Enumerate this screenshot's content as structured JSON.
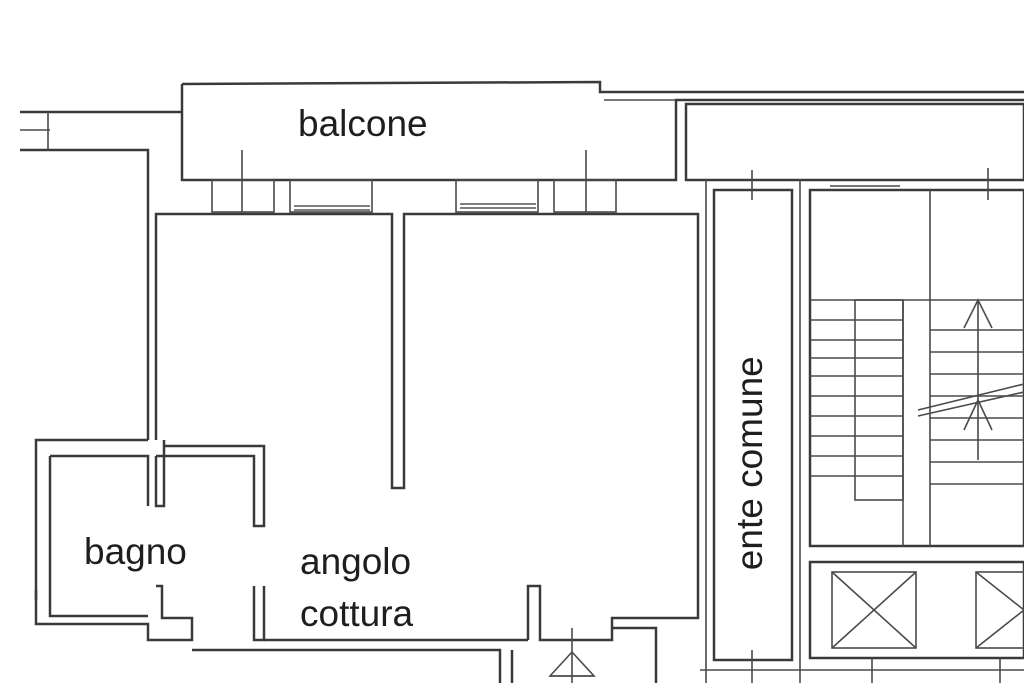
{
  "floorplan": {
    "rooms": {
      "balcone": "balcone",
      "bagno": "bagno",
      "angolo_cottura_line1": "angolo",
      "angolo_cottura_line2": "cottura",
      "ente_comune": "ente comune"
    },
    "colors": {
      "wall": "#3a3a3a",
      "background": "#ffffff",
      "text": "#1e1e1e"
    },
    "symbols": [
      "stair-arrow-icon",
      "elevator-shaft-icon",
      "entry-triangle-icon"
    ]
  }
}
